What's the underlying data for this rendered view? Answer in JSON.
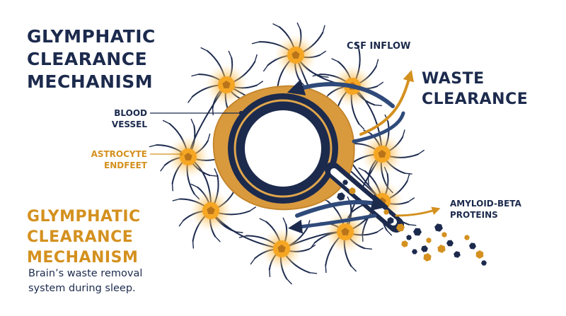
{
  "title": [
    "GLYMPHATIC",
    "CLEARANCE",
    "MECHANISM"
  ],
  "subtitle": [
    "GLYMPHATIC",
    "CLEARANCE",
    "MECHANISM"
  ],
  "caption": [
    "Brain’s waste removal",
    "system during sleep."
  ],
  "labels": {
    "blood_vessel": [
      "BLOOD",
      "VESSEL"
    ],
    "astrocyte_endfeet": [
      "ASTROCYTE",
      "ENDFEET"
    ],
    "csf_inflow": "CSF INFLOW",
    "waste_clearance": [
      "WASTE",
      "CLEARANCE"
    ],
    "amyloid_beta": [
      "AMYLOID-BETA",
      "PROTEINS"
    ]
  },
  "colors": {
    "navy": "#1c2a4d",
    "orange": "#d4911f",
    "glow": "#f7a928"
  }
}
